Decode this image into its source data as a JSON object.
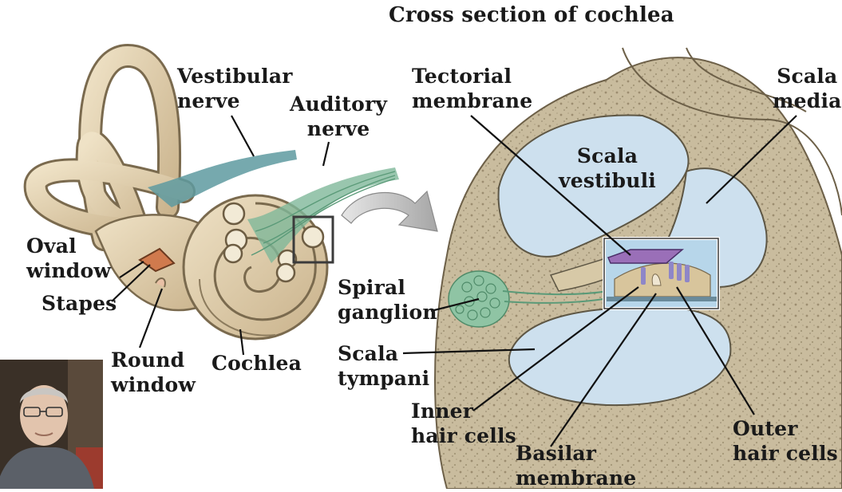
{
  "title": "Cross section of cochlea",
  "left_labels": {
    "vestibular_nerve": "Vestibular\nnerve",
    "auditory_nerve": "Auditory\nnerve",
    "oval_window": "Oval\nwindow",
    "stapes": "Stapes",
    "round_window": "Round\nwindow",
    "cochlea": "Cochlea"
  },
  "right_labels": {
    "tectorial_membrane": "Tectorial\nmembrane",
    "scala_media": "Scala\nmedia",
    "scala_vestibuli": "Scala\nvestibuli",
    "spiral_ganglion": "Spiral\nganglion",
    "scala_tympani": "Scala\ntympani",
    "inner_hair_cells": "Inner\nhair cells",
    "basilar_membrane": "Basilar\nmembrane",
    "outer_hair_cells": "Outer\nhair cells"
  },
  "colors": {
    "bone": "#d9c7a4",
    "fluid": "#cde0ee",
    "nerve": "#7fb89a",
    "vestibular_nerve": "#5e9aa0",
    "tectorial": "#9a6fb8"
  },
  "webcam": {
    "icon": "presenter-video-thumbnail"
  }
}
